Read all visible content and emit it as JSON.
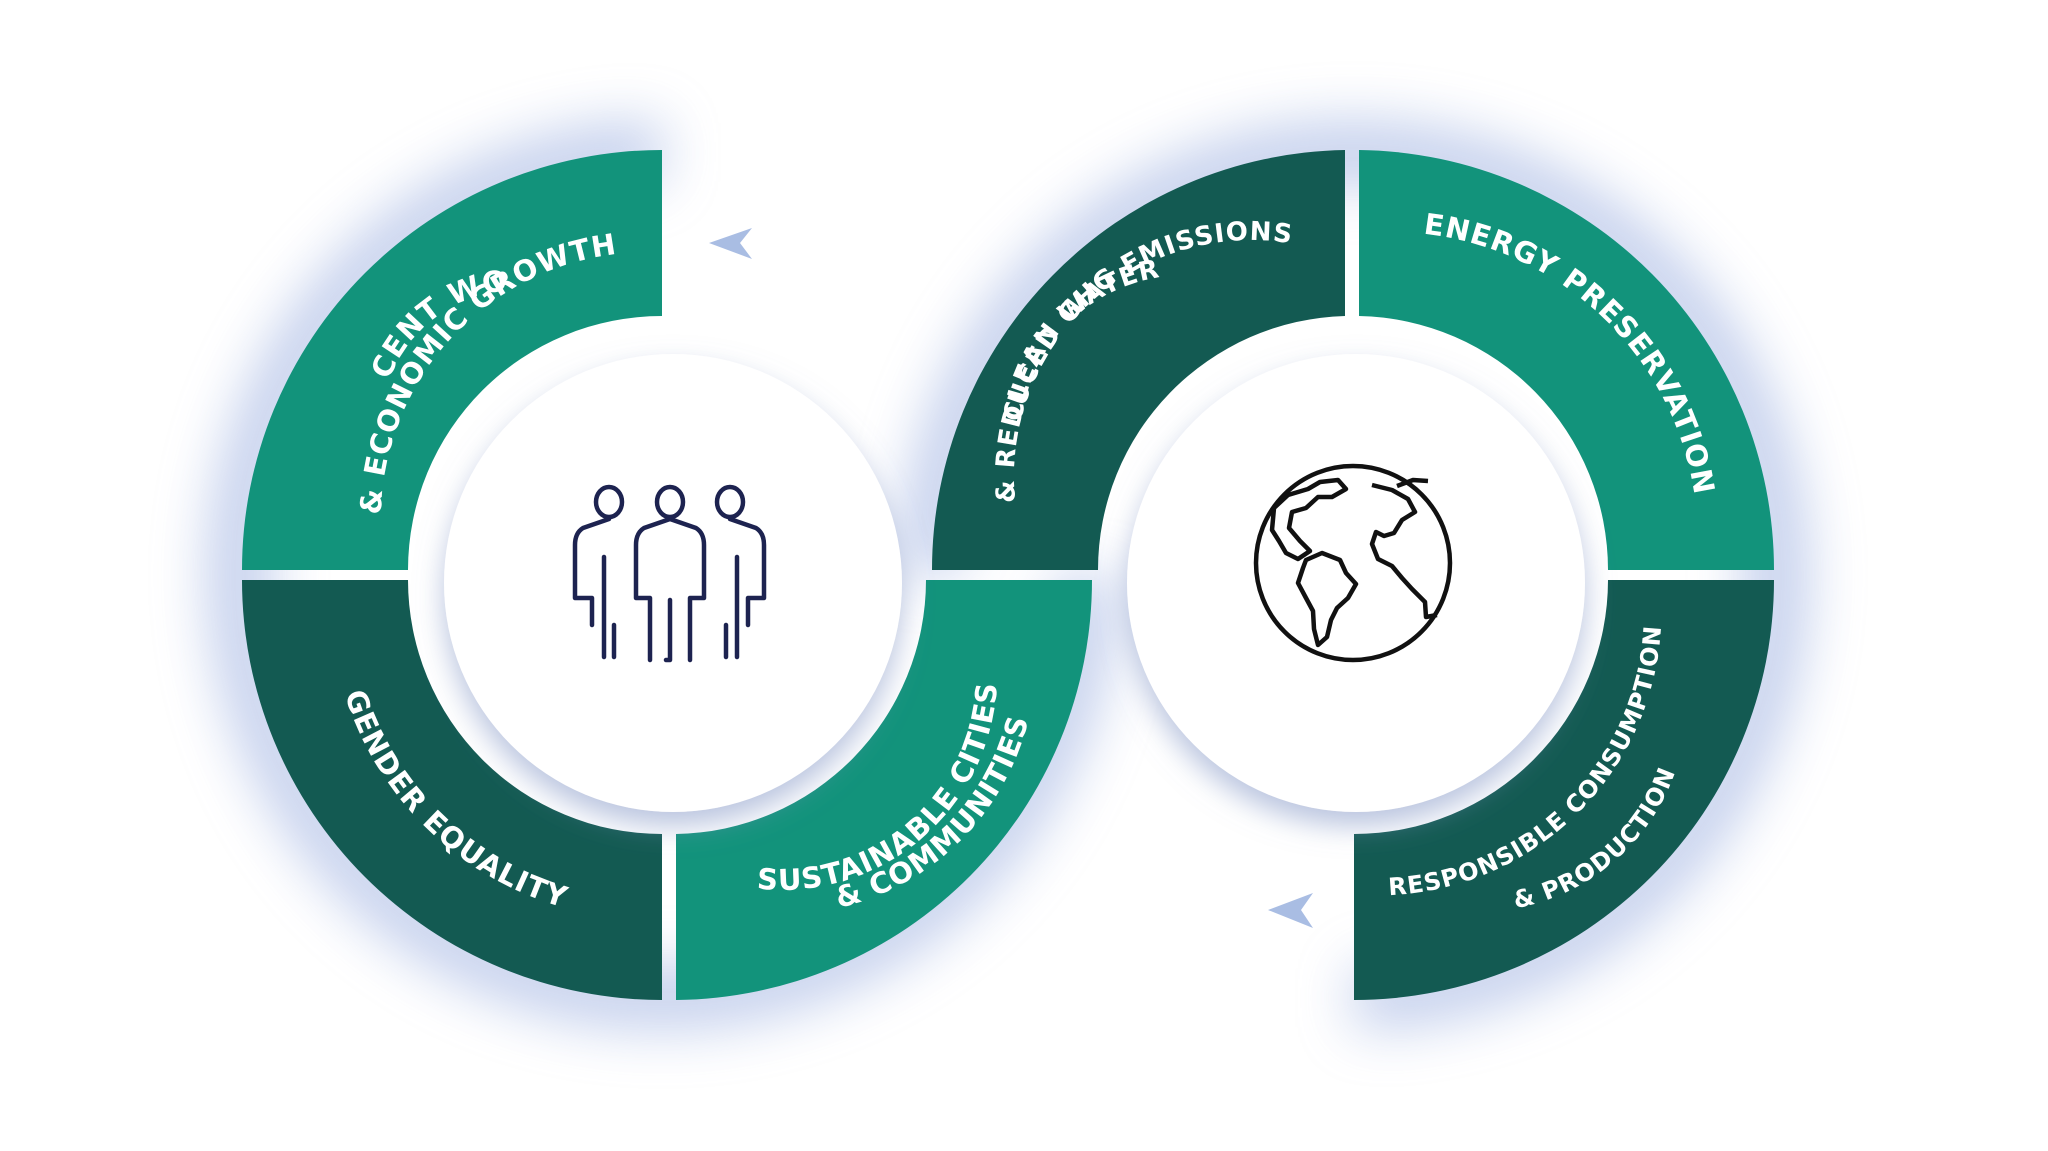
{
  "segments": {
    "decent_work": [
      "DECENT WORK",
      "& ECONOMIC GROWTH"
    ],
    "gender_equality": [
      "GENDER EQUALITY"
    ],
    "sustainable_cities": [
      "SUSTAINABLE CITIES",
      "& COMMUNITIES"
    ],
    "clean_water": [
      "CLEAN WATER",
      "& REDUCED GHG EMISSIONS"
    ],
    "energy_preservation": [
      "ENERGY PRESERVATION"
    ],
    "responsible_consumption": [
      "RESPONSIBLE CONSUMPTION",
      "& PRODUCTION"
    ]
  },
  "icons": {
    "left_center": "people-icon",
    "right_center": "globe-icon",
    "arrows": "chevron-left-icon"
  },
  "colors": {
    "light_green": "#12937b",
    "dark_green": "#135a52",
    "center_fill": "#ffffff",
    "glow": "#8ea4dc",
    "arrow": "#a9bde3",
    "people_stroke": "#1d2350",
    "globe_stroke": "#111111"
  }
}
